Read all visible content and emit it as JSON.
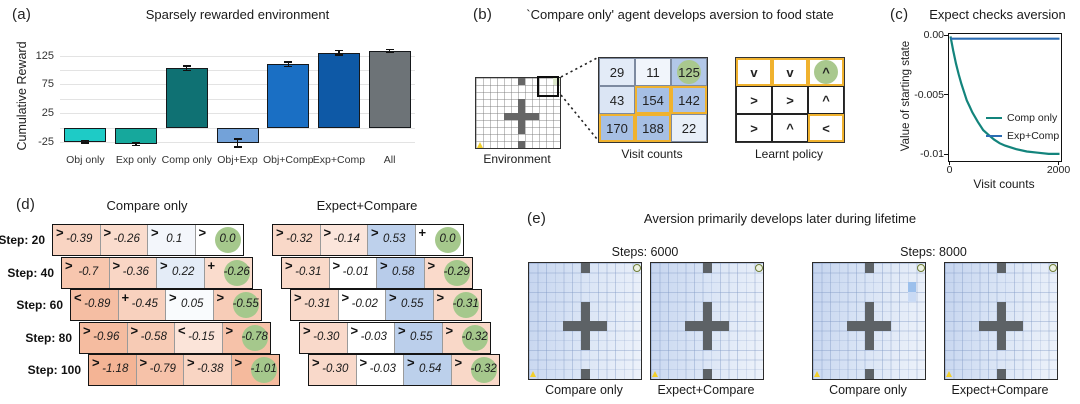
{
  "colors": {
    "highlight_gold": "#f0b22e",
    "goal_green": "#a5c88c",
    "food_green": "#a9c88e",
    "wall_gray": "#666666",
    "salmon_base": [
      238,
      140,
      92
    ],
    "blue_base": [
      110,
      152,
      212
    ],
    "visit_blue_base": [
      118,
      156,
      214
    ]
  },
  "panels": {
    "a": {
      "label": "(a)"
    },
    "b": {
      "label": "(b)",
      "title": "`Compare only' agent develops aversion to food state",
      "environment_caption": "Environment",
      "visit_caption": "Visit counts",
      "policy_caption": "Learnt policy",
      "visit_counts": [
        [
          29,
          11,
          125
        ],
        [
          43,
          154,
          142
        ],
        [
          170,
          188,
          22
        ]
      ],
      "visit_highlight_yellow": [
        [
          1,
          1
        ],
        [
          1,
          2
        ],
        [
          2,
          0
        ],
        [
          2,
          1
        ]
      ],
      "food_cell": [
        0,
        2
      ],
      "policy": [
        [
          "v",
          "v",
          "^"
        ],
        [
          ">",
          ">",
          "^"
        ],
        [
          ">",
          "^",
          "<"
        ]
      ],
      "policy_highlight_yellow": [
        [
          0,
          0
        ],
        [
          0,
          1
        ],
        [
          0,
          2
        ],
        [
          2,
          2
        ]
      ],
      "policy_goal_cell": [
        0,
        2
      ],
      "environment_grid": {
        "cols": 12,
        "rows": 10,
        "walls": [
          [
            6,
            0
          ],
          [
            6,
            9
          ],
          [
            6,
            3
          ],
          [
            6,
            4
          ],
          [
            6,
            5
          ],
          [
            6,
            6
          ],
          [
            6,
            7
          ],
          [
            4,
            5
          ],
          [
            5,
            5
          ],
          [
            7,
            5
          ],
          [
            8,
            5
          ]
        ],
        "start_cell": [
          0,
          9
        ],
        "food_tint_cell": [
          11,
          0
        ]
      }
    },
    "c": {
      "label": "(c)"
    },
    "d": {
      "label": "(d)",
      "left_title": "Compare only",
      "right_title": "Expect+Compare",
      "rows": [
        {
          "step": "Step: 20",
          "left": [
            {
              "arrow": ">",
              "value": "-0.39"
            },
            {
              "arrow": ">",
              "value": "-0.26"
            },
            {
              "arrow": ">",
              "value": "0.1"
            },
            {
              "arrow": ">",
              "value": "0.0",
              "goal": true
            }
          ],
          "right": [
            {
              "arrow": ">",
              "value": "-0.32"
            },
            {
              "arrow": ">",
              "value": "-0.14"
            },
            {
              "arrow": ">",
              "value": "0.53"
            },
            {
              "arrow": "+",
              "value": "0.0",
              "goal": true
            }
          ]
        },
        {
          "step": "Step: 40",
          "left": [
            {
              "arrow": ">",
              "value": "-0.7"
            },
            {
              "arrow": ">",
              "value": "-0.36"
            },
            {
              "arrow": ">",
              "value": "0.22"
            },
            {
              "arrow": "+",
              "value": "-0.26",
              "goal": true
            }
          ],
          "right": [
            {
              "arrow": ">",
              "value": "-0.31"
            },
            {
              "arrow": ">",
              "value": "-0.01"
            },
            {
              "arrow": ">",
              "value": "0.58"
            },
            {
              "arrow": ">",
              "value": "-0.29",
              "goal": true
            }
          ]
        },
        {
          "step": "Step: 60",
          "left": [
            {
              "arrow": "<",
              "value": "-0.89"
            },
            {
              "arrow": "+",
              "value": "-0.45"
            },
            {
              "arrow": ">",
              "value": "0.05"
            },
            {
              "arrow": ">",
              "value": "-0.55",
              "goal": true
            }
          ],
          "right": [
            {
              "arrow": ">",
              "value": "-0.31"
            },
            {
              "arrow": ">",
              "value": "-0.02"
            },
            {
              "arrow": ">",
              "value": "0.55"
            },
            {
              "arrow": ">",
              "value": "-0.31",
              "goal": true
            }
          ]
        },
        {
          "step": "Step: 80",
          "left": [
            {
              "arrow": ">",
              "value": "-0.96"
            },
            {
              "arrow": ">",
              "value": "-0.58"
            },
            {
              "arrow": "<",
              "value": "-0.15"
            },
            {
              "arrow": ">",
              "value": "-0.78",
              "goal": true
            }
          ],
          "right": [
            {
              "arrow": ">",
              "value": "-0.30"
            },
            {
              "arrow": ">",
              "value": "-0.03"
            },
            {
              "arrow": ">",
              "value": "0.55"
            },
            {
              "arrow": ">",
              "value": "-0.32",
              "goal": true
            }
          ]
        },
        {
          "step": "Step: 100",
          "left": [
            {
              "arrow": ">",
              "value": "-1.18"
            },
            {
              "arrow": ">",
              "value": "-0.79"
            },
            {
              "arrow": ">",
              "value": "-0.38"
            },
            {
              "arrow": ">",
              "value": "-1.01",
              "goal": true
            }
          ],
          "right": [
            {
              "arrow": ">",
              "value": "-0.30"
            },
            {
              "arrow": ">",
              "value": "-0.03"
            },
            {
              "arrow": ">",
              "value": "0.54"
            },
            {
              "arrow": ">",
              "value": "-0.32",
              "goal": true
            }
          ]
        }
      ]
    },
    "e": {
      "label": "(e)",
      "title": "Aversion primarily develops later during lifetime",
      "grid_spec": {
        "cols": 13,
        "rows": 12,
        "walls": [
          [
            6,
            0
          ],
          [
            6,
            11
          ],
          [
            6,
            4
          ],
          [
            6,
            5
          ],
          [
            6,
            6
          ],
          [
            6,
            7
          ],
          [
            6,
            8
          ],
          [
            4,
            6
          ],
          [
            5,
            6
          ],
          [
            7,
            6
          ],
          [
            8,
            6
          ]
        ],
        "reward_cell": [
          12,
          0
        ],
        "start_cell": [
          0,
          11
        ]
      },
      "groups": [
        {
          "steps_label": "Steps: 6000",
          "grids": [
            {
              "caption": "Compare only",
              "highlights": []
            },
            {
              "caption": "Expect+Compare",
              "highlights": []
            }
          ]
        },
        {
          "steps_label": "Steps: 8000",
          "grids": [
            {
              "caption": "Compare only",
              "highlights": [
                [
                  11,
                  2,
                  "#9cc0ec"
                ],
                [
                  11,
                  3,
                  "#c9daf4"
                ]
              ]
            },
            {
              "caption": "Expect+Compare",
              "highlights": []
            }
          ]
        }
      ]
    }
  },
  "chart_data": [
    {
      "panel": "a",
      "type": "bar",
      "title": "Sparsely rewarded environment",
      "ylabel": "Cumulative Reward",
      "xlabel": "",
      "categories": [
        "Obj only",
        "Exp only",
        "Comp only",
        "Obj+Exp",
        "Obj+Comp",
        "Exp+Comp",
        "All"
      ],
      "values": [
        -24,
        -28,
        103,
        -26,
        110,
        130,
        133
      ],
      "errors": [
        2,
        2,
        4,
        7,
        4,
        4,
        3
      ],
      "bar_colors": [
        "#1ecbc6",
        "#16a89c",
        "#0f7173",
        "#73a2d9",
        "#1a6fc4",
        "#0e59a6",
        "#6d7377"
      ],
      "yticks": [
        "125",
        "75",
        "25",
        "-25"
      ],
      "ylim": [
        -35,
        145
      ],
      "gridlines": [
        125,
        100,
        75,
        50,
        25,
        0,
        -25
      ],
      "grid": true,
      "legend_position": "none"
    },
    {
      "panel": "c",
      "type": "line",
      "title": "Expect checks aversion",
      "ylabel": "Value of starting state",
      "xlabel": "Visit counts",
      "xlim": [
        0,
        2000
      ],
      "ylim": [
        -0.0105,
        0.0002
      ],
      "yticks": [
        "0.00",
        "-0.005",
        "-0.01"
      ],
      "ytick_values": [
        0,
        -0.005,
        -0.01
      ],
      "xticks": [
        "0",
        "2000"
      ],
      "xtick_values": [
        0,
        2000
      ],
      "legend_position": "lower right",
      "series": [
        {
          "name": "Comp only",
          "color": "#13847c",
          "x": [
            0,
            50,
            100,
            150,
            200,
            250,
            300,
            350,
            400,
            500,
            600,
            700,
            800,
            900,
            1000,
            1200,
            1400,
            1600,
            1800,
            2000
          ],
          "y": [
            0,
            -0.0012,
            -0.0023,
            -0.0032,
            -0.004,
            -0.0047,
            -0.0054,
            -0.0059,
            -0.0064,
            -0.0072,
            -0.0079,
            -0.0083,
            -0.0087,
            -0.009,
            -0.0092,
            -0.0095,
            -0.0097,
            -0.0098,
            -0.0099,
            -0.0099
          ]
        },
        {
          "name": "Exp+Comp",
          "color": "#2b6cb3",
          "x": [
            0,
            2000
          ],
          "y": [
            -0.0002,
            -0.0002
          ]
        }
      ]
    }
  ]
}
